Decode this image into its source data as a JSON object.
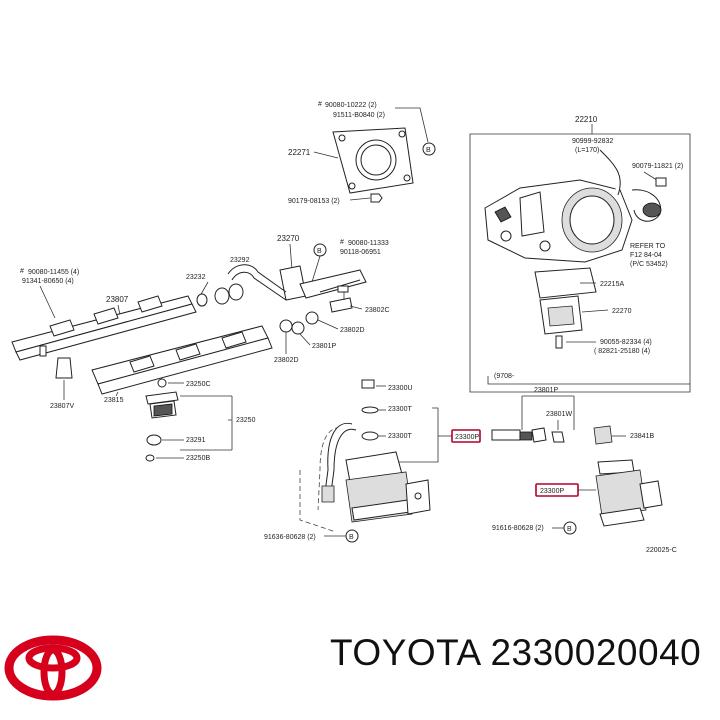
{
  "labels": {
    "group_top": [
      "90080-10222 (2)",
      "91511-B0840 (2)"
    ],
    "gasket_22271": "22271",
    "bolt_90179_08153": "90179-08153 (2)",
    "throttle_22210": "22210",
    "t_90999_92832": "90999-92832",
    "t_l170": "(L=170)",
    "t_90079_11821": "90079-11821 (2)",
    "refer_to": "REFER TO",
    "f12": "F12 84-04",
    "p_c": "(P/C 53452)",
    "t_22215a": "22215A",
    "t_22270": "22270",
    "t_90055": "90055-82334 (4)",
    "t_82821": "( 82821-25180 (4)",
    "p_23270": "23270",
    "p_90080_11333": "90080-11333",
    "p_90118_06951": "90118-06951",
    "p_23232": "23232",
    "p_23292": "23292",
    "p_90080_11455": "90080-11455 (4)",
    "p_91341": "91341-80650 (4)",
    "p_23807": "23807",
    "p_23802c": "23802C",
    "p_23802d_a": "23802D",
    "p_23801p": "23801P",
    "p_23802d_b": "23802D",
    "p_23807v": "23807V",
    "p_23815": "23815",
    "p_23250c": "23250C",
    "p_23250": "23250",
    "p_23291": "23291",
    "p_23250b": "23250B",
    "p_23300u": "23300U",
    "p_23300t_a": "23300T",
    "p_23300t_b": "23300T",
    "p_23300p_a": "23300P",
    "p_9708": "(9708-",
    "p_23801p_b": "23801P",
    "p_23801w": "23801W",
    "p_23841b": "23841B",
    "p_23300p_b": "23300P",
    "p_91636": "91636-80628 (2)",
    "p_91616": "91616-80628 (2)",
    "fig": "220025-C",
    "circle_b": "B",
    "mark_hash": "#"
  },
  "brand": {
    "text": "TOYOTA 2330020040",
    "logo_color": "#d6001c"
  },
  "highlight_color": "#b0002a"
}
